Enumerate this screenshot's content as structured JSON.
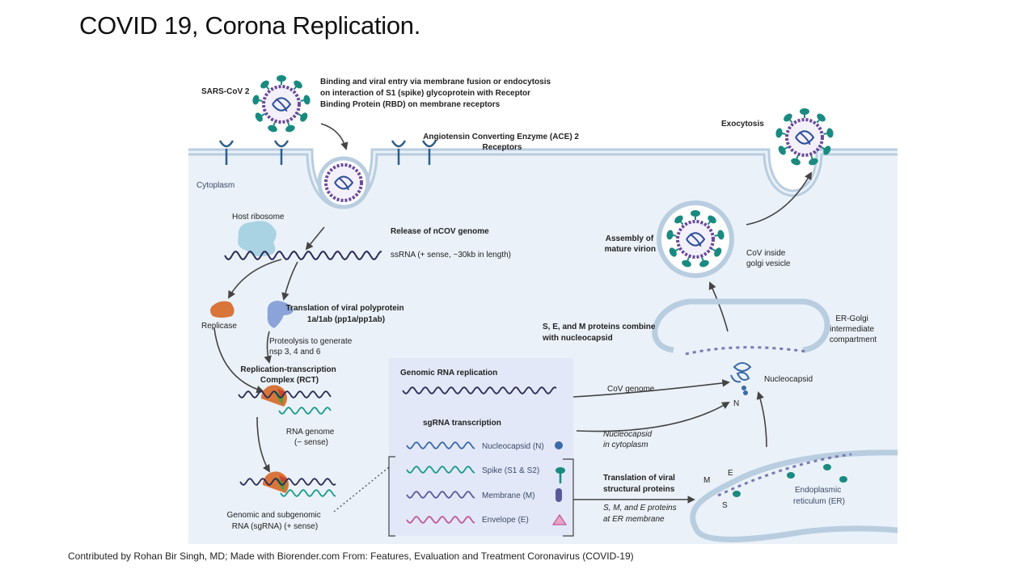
{
  "slide": {
    "title": "COVID 19, Corona Replication.",
    "credit": "Contributed by Rohan Bir Singh, MD; Made with Biorender.com From: Features, Evaluation and Treatment Coronavirus  (COVID-19)"
  },
  "diagram": {
    "sars_cov2": "SARS-CoV 2",
    "binding_entry": [
      "Binding and viral entry via membrane fusion or endocytosis",
      "on interaction of S1 (spike) glycoprotein with Receptor",
      "Binding Protein (RBD) on membrane receptors"
    ],
    "ace2": [
      "Angiotensin Converting Enzyme (ACE) 2",
      "Receptors"
    ],
    "exocytosis": "Exocytosis",
    "cytoplasm": "Cytoplasm",
    "host_ribosome": "Host ribosome",
    "release": "Release of nCOV genome",
    "ssrna": "ssRNA (+ sense, ~30kb in length)",
    "replicase": "Replicase",
    "translation_polyprotein": [
      "Translation of viral polyprotein",
      "1a/1ab (pp1a/pp1ab)"
    ],
    "proteolysis": [
      "Proteolysis to generate",
      "nsp 3, 4 and 6"
    ],
    "rtc": [
      "Replication-transcription",
      "Complex (RCT)"
    ],
    "rna_genome": [
      "RNA genome",
      "(− sense)"
    ],
    "genomic_subgenomic": [
      "Genomic and subgenomic",
      "RNA (sgRNA) (+ sense)"
    ],
    "genomic_replication": "Genomic RNA replication",
    "sgrna_transcription": "sgRNA transcription",
    "proteins": [
      {
        "label": "Nucleocapsid (N)",
        "color": "#3b6aa8"
      },
      {
        "label": "Spike (S1 & S2)",
        "color": "#1a9a8a"
      },
      {
        "label": "Membrane (M)",
        "color": "#5a5a9a"
      },
      {
        "label": "Envelope (E)",
        "color": "#c0589a"
      }
    ],
    "cov_genome": "CoV genome",
    "nucleocapsid_cytoplasm": [
      "Nucleocapsid",
      "in cytoplasm"
    ],
    "translation_structural": [
      "Translation of viral",
      "structural proteins"
    ],
    "sme_er": [
      "S, M, and E proteins",
      "at ER membrane"
    ],
    "nucleocapsid": "Nucleocapsid",
    "n_letter": "N",
    "sem_combine": [
      "S, E, and M proteins combine",
      "with nucleocapsid"
    ],
    "er_golgi": [
      "ER-Golgi",
      "intermediate",
      "compartment"
    ],
    "assembly": [
      "Assembly of",
      "mature virion"
    ],
    "cov_golgi": [
      "CoV inside",
      "golgi vesicle"
    ],
    "er": [
      "Endoplasmic",
      "reticulum (ER)"
    ],
    "er_m": "M",
    "er_e": "E",
    "er_s": "S"
  }
}
